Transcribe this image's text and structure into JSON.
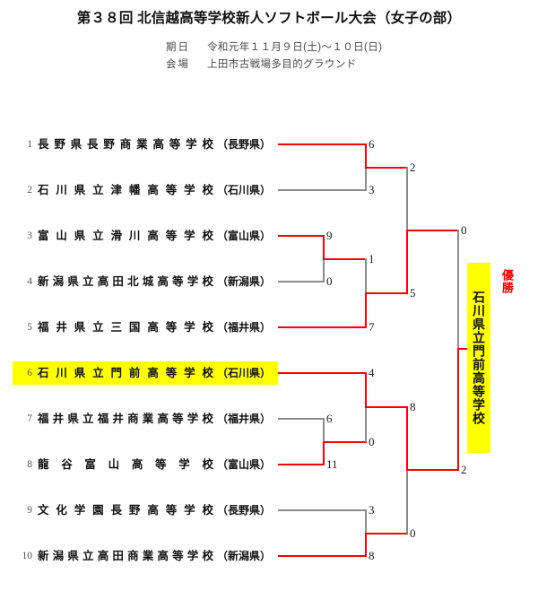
{
  "header": {
    "title": "第３８回 北信越高等学校新人ソフトボール大会（女子の部）",
    "date_label": "期日",
    "date_value": "令和元年１１月９日(土)〜１０日(日)",
    "venue_label": "会場",
    "venue_value": "上田市古戦場多目的グラウンド"
  },
  "teams": [
    {
      "seed": "1",
      "name": "長野県長野商業高等学校",
      "pref": "（長野県）",
      "champion": false
    },
    {
      "seed": "2",
      "name": "石川県立津幡高等学校",
      "pref": "（石川県）",
      "champion": false
    },
    {
      "seed": "3",
      "name": "富山県立滑川高等学校",
      "pref": "（富山県）",
      "champion": false
    },
    {
      "seed": "4",
      "name": "新潟県立高田北城高等学校",
      "pref": "（新潟県）",
      "champion": false
    },
    {
      "seed": "5",
      "name": "福井県立三国高等学校",
      "pref": "（福井県）",
      "champion": false
    },
    {
      "seed": "6",
      "name": "石川県立門前高等学校",
      "pref": "（石川県）",
      "champion": true
    },
    {
      "seed": "7",
      "name": "福井県立福井商業高等学校",
      "pref": "（福井県）",
      "champion": false
    },
    {
      "seed": "8",
      "name": "龍谷富山高等学校",
      "pref": "（富山県）",
      "champion": false
    },
    {
      "seed": "9",
      "name": "文化学園長野高等学校",
      "pref": "（長野県）",
      "champion": false
    },
    {
      "seed": "10",
      "name": "新潟県立高田商業高等学校",
      "pref": "（新潟県）",
      "champion": false
    }
  ],
  "scores": {
    "r1_seed1": "6",
    "r1_seed2": "3",
    "r1_seed3": "9",
    "r1_seed4": "0",
    "r2_upper_top": "2",
    "r2_upper_mid": "1",
    "r2_seed5": "7",
    "r3_upper_top": "2",
    "r3_upper_bot": "5",
    "sf_upper": "0",
    "r1_seed6": "4",
    "r1_seed7": "6",
    "r1_seed8": "11",
    "r2_lower_top": "0",
    "r3_lower_top": "8",
    "r1_seed9": "3",
    "r1_seed10": "8",
    "r3_lower_bot": "0",
    "sf_lower": "2"
  },
  "champion": {
    "name": "石川県立門前高等学校",
    "label": "優勝"
  },
  "colors": {
    "win_line": "#ff0000",
    "lose_line": "#8c8c8c",
    "highlight": "#ffff00"
  }
}
